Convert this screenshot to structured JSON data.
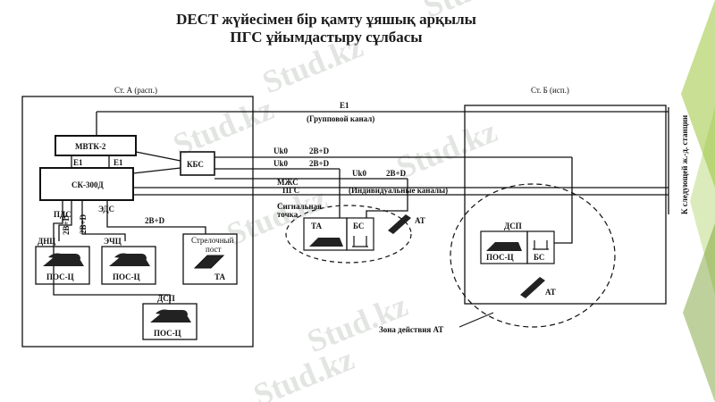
{
  "title": {
    "line1": "DECT жүйесімен бір қамту ұяшық арқылы",
    "line2": "ПГС ұйымдастыру сұлбасы"
  },
  "diagram": {
    "station_a": "Ст. А (расп.)",
    "station_b": "Ст. Б (исп.)",
    "mvtk": "МВТК-2",
    "sk300": "СК-300Д",
    "e1_left": "E1",
    "e1_right": "E1",
    "kbs": "КБС",
    "e1_line": "E1",
    "group_channel": "(Групповой канал)",
    "uk0_1": "Uk0",
    "uk0_2": "Uk0",
    "uk0_3": "Uk0",
    "b2d_1": "2B+D",
    "b2d_2": "2B+D",
    "b2d_3": "2B+D",
    "b2d_4": "2B+D",
    "b2d_v1": "2B+D",
    "b2d_v2": "2B+D",
    "mzhs": "МЖС",
    "pgs": "ПГС",
    "individual_channels": "(Индивидуальные каналы)",
    "pds": "ПДС",
    "elds": "ЭДС",
    "dnc": "ДНЦ",
    "echc": "ЭЧЦ",
    "dsp_a": "ДСП",
    "pos_c_1": "ПОС-Ц",
    "pos_c_2": "ПОС-Ц",
    "pos_c_3": "ПОС-Ц",
    "strel_1": "Стрелочный",
    "strel_2": "пост",
    "ta_strel": "ТА",
    "signal_1": "Сигнальная",
    "signal_2": "точка",
    "ta_signal": "ТА",
    "bs_signal": "БС",
    "at_signal": "АТ",
    "dsp_b": "ДСП",
    "pos_c_b": "ПОС-Ц",
    "bs_b": "БС",
    "at_b": "АТ",
    "zone": "Зона действия АТ",
    "next_station": "К следующей ж.-д. станции"
  },
  "watermark": "Stud.kz",
  "colors": {
    "accent": "#9bc53d",
    "accent_dark": "#6f9a26",
    "line": "#111111"
  }
}
